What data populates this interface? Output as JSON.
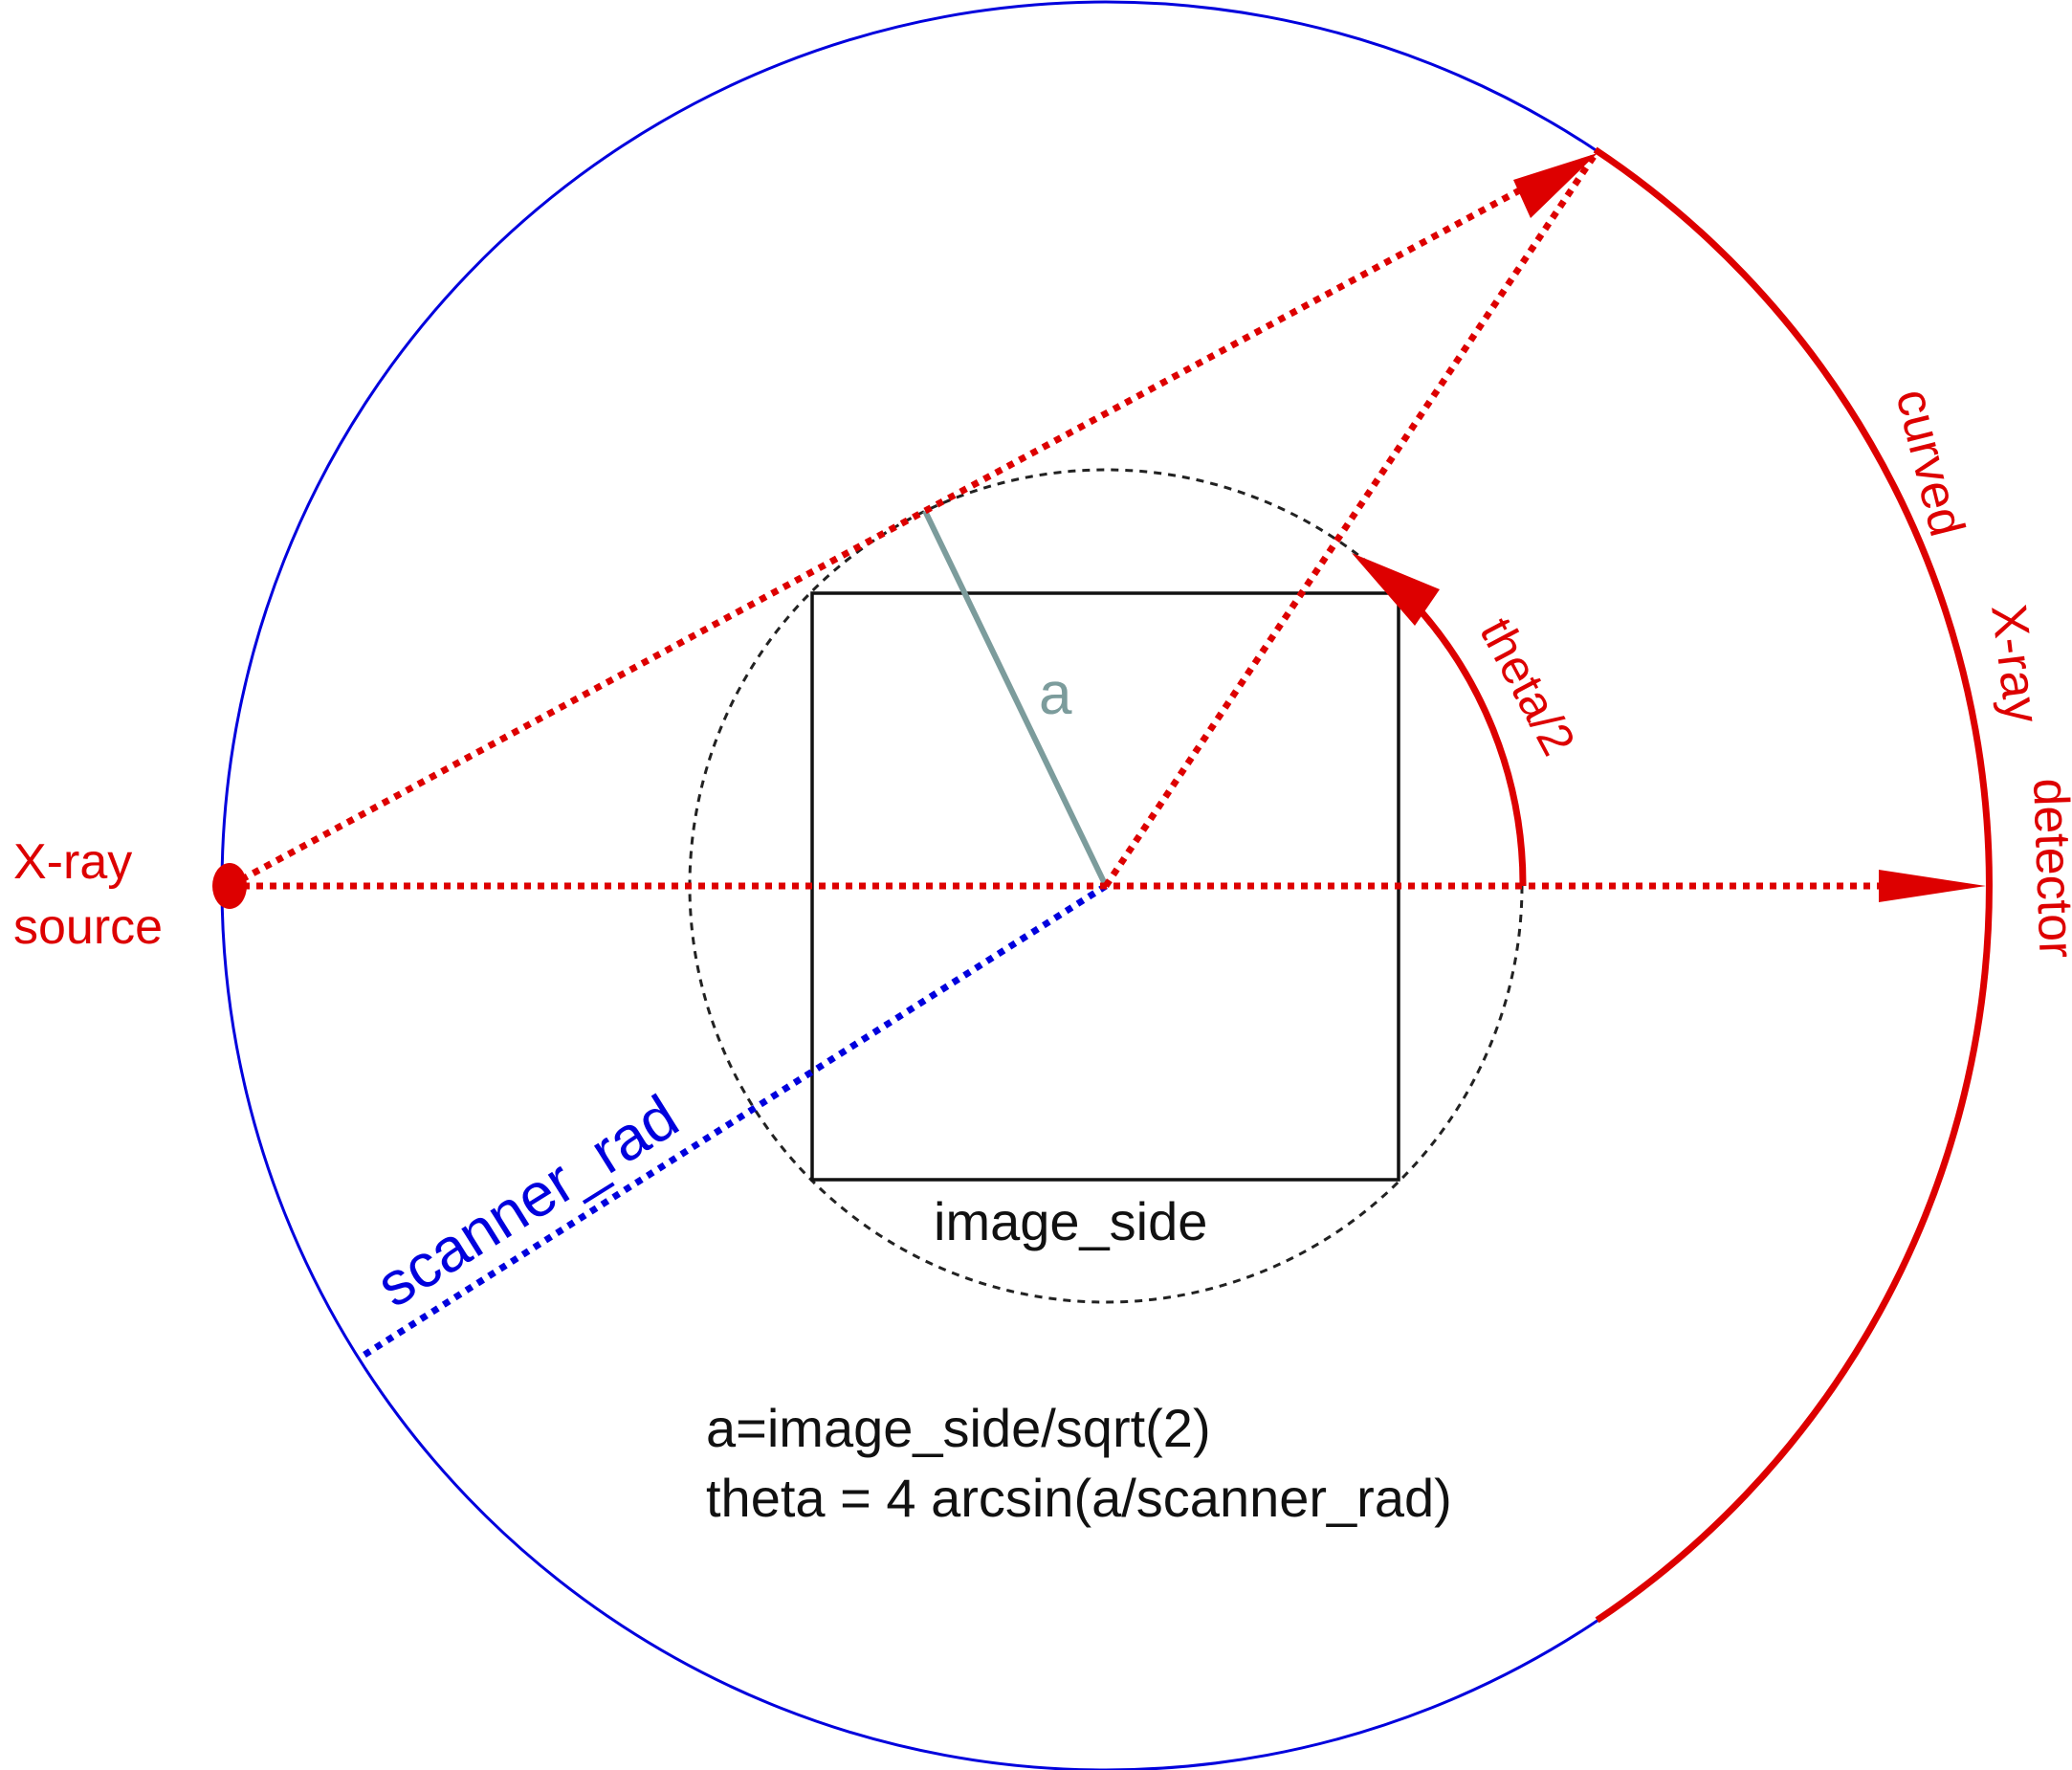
{
  "labels": {
    "source_line1": "X-ray",
    "source_line2": "source",
    "detector_word1": "curved",
    "detector_word2": "X-ray",
    "detector_word3": "detector",
    "angle": "theta/2",
    "radius_a": "a",
    "scanner_radius": "scanner_rad",
    "image_side": "image_side",
    "formula_line1": "a=image_side/sqrt(2)",
    "formula_line2": "theta = 4 arcsin(a/scanner_rad)"
  },
  "colors": {
    "scanner_circle": "#0000dd",
    "ray": "#dd0000",
    "radius_a": "#7c9c9c",
    "image_square": "#111111",
    "inscribed_circle": "#222222",
    "scanner_rad_line": "#0000dd",
    "text": "#111111"
  }
}
